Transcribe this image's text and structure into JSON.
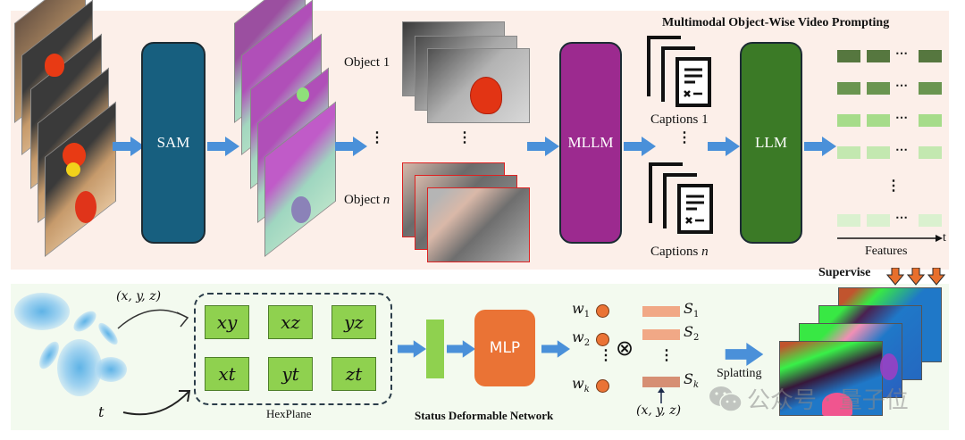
{
  "top": {
    "title": "Multimodal Object-Wise Video Prompting",
    "sam_label": "SAM",
    "mllm_label": "MLLM",
    "llm_label": "LLM",
    "object_1": "Object 1",
    "object_n_prefix": "Object ",
    "object_n_var": "n",
    "captions_1": "Captions 1",
    "captions_n_prefix": "Captions ",
    "captions_n_var": "n",
    "features_label": "Features",
    "time_axis_label": "t",
    "ellipsis_h": "⋯",
    "ellipsis_v": "⋮",
    "feature_row_colors": [
      "#56773f",
      "#6a9550",
      "#a6dc8a",
      "#c3e8b0",
      "#daf1cf"
    ],
    "colors": {
      "sam": "#175f7f",
      "mllm": "#9c2a8f",
      "llm": "#3b7a26",
      "arrow": "#4a90d9",
      "panel_bg": "#fcefe9"
    }
  },
  "bottom": {
    "coords_label": "(x, y, z)",
    "time_label": "t",
    "planes": [
      "xy",
      "xz",
      "yz",
      "xt",
      "yt",
      "zt"
    ],
    "hexplane_label": "HexPlane",
    "mlp_label": "MLP",
    "network_label": "Status Deformable Network",
    "weights": [
      {
        "base": "w",
        "sub": "1"
      },
      {
        "base": "w",
        "sub": "2"
      },
      {
        "base": "w",
        "sub": "k"
      }
    ],
    "states": [
      {
        "base": "S",
        "sub": "1"
      },
      {
        "base": "S",
        "sub": "2"
      },
      {
        "base": "S",
        "sub": "k"
      }
    ],
    "tensor_symbol": "⊗",
    "state_query_label": "(x, y, z)",
    "splatting_label": "Splatting",
    "supervise_label": "Supervise",
    "colors": {
      "plane": "#8fd14f",
      "mlp": "#ea7335",
      "weight_circle": "#ea7335",
      "state_bar": "#f1a886",
      "state_bar_k": "#d68f74",
      "supervise_arrow": "#e86f2c",
      "panel_bg": "#f3faef"
    }
  },
  "watermark": {
    "text": "公众号 · 量子位"
  }
}
